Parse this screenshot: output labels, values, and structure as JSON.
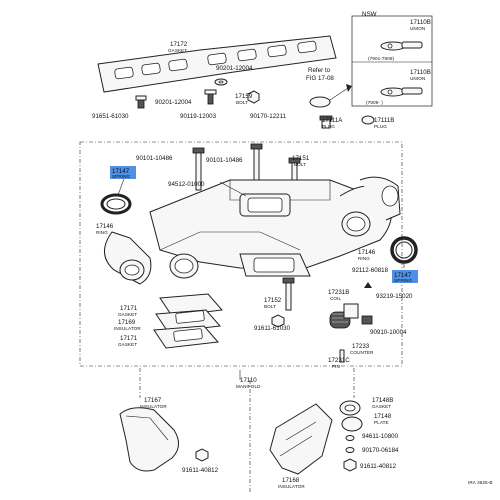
{
  "labels": {
    "nsw": "NSW",
    "p17110b_1": "17110B",
    "union_1": "UNION",
    "range_1": "(7901-7909)",
    "p17110b_2": "17110B",
    "union_2": "UNION",
    "range_2": "(7909-  )",
    "p17172": "17172",
    "gasket_top": "GASKET",
    "p90201_12004_a": "90201-12004",
    "p90201_12004_b": "90201-12004",
    "p17159": "17159",
    "bolt_17159": "BOLT",
    "refer_1": "Refer to",
    "refer_2": "FIG 17-08",
    "p91651_61030": "91651-61030",
    "p90119_12003": "90119-12003",
    "p90170_12211": "90170-12211",
    "p17111a": "17111A",
    "plug_a": "PLUG",
    "p17111b": "17111B",
    "plug_b": "PLUG",
    "p90101_10486_a": "90101-10486",
    "p90101_10486_b": "90101-10486",
    "p17151": "17151",
    "bolt_17151": "BOLT",
    "p17147_left": "17147",
    "spring_left": "SPRING",
    "p94512_01000": "94512-01000",
    "p17146_left": "17146",
    "ring_left": "RING",
    "p17146_right": "17146",
    "ring_right": "RING",
    "p92112_60818": "92112-60818",
    "p17147_right": "17147",
    "spring_right": "SPRING",
    "p17231b": "17231B",
    "coil": "COIL",
    "p93219_15020": "93219-15020",
    "p17171": "17171",
    "gasket_171": "GASKET",
    "p17169": "17169",
    "insulator_169": "INSULATOR",
    "p17171_b": "17171",
    "gasket_171b": "GASKET",
    "p17152": "17152",
    "bolt_17152": "BOLT",
    "p91611_61030": "91611-61030",
    "p90910_10004": "90910-10004",
    "p17233": "17233",
    "counter": "COUNTER",
    "p17231c": "17231C",
    "pin": "PIN",
    "p17110": "17110",
    "manifold": "MANIFOLD",
    "p17167": "17167",
    "insulator_167": "INSULATOR",
    "p91611_40812_a": "91611-40812",
    "p17168": "17168",
    "insulator_168": "INSULATOR",
    "p17148b": "17148B",
    "gasket_148": "GASKET",
    "p17148": "17148",
    "plate": "PLATE",
    "p94611_10800": "94611-10800",
    "p90170_06184": "90170-06184",
    "p91611_40812_b": "91611-40812",
    "code": "IRA 3625-B"
  },
  "colors": {
    "highlight": "#4f8fe6",
    "ink": "#111111"
  }
}
